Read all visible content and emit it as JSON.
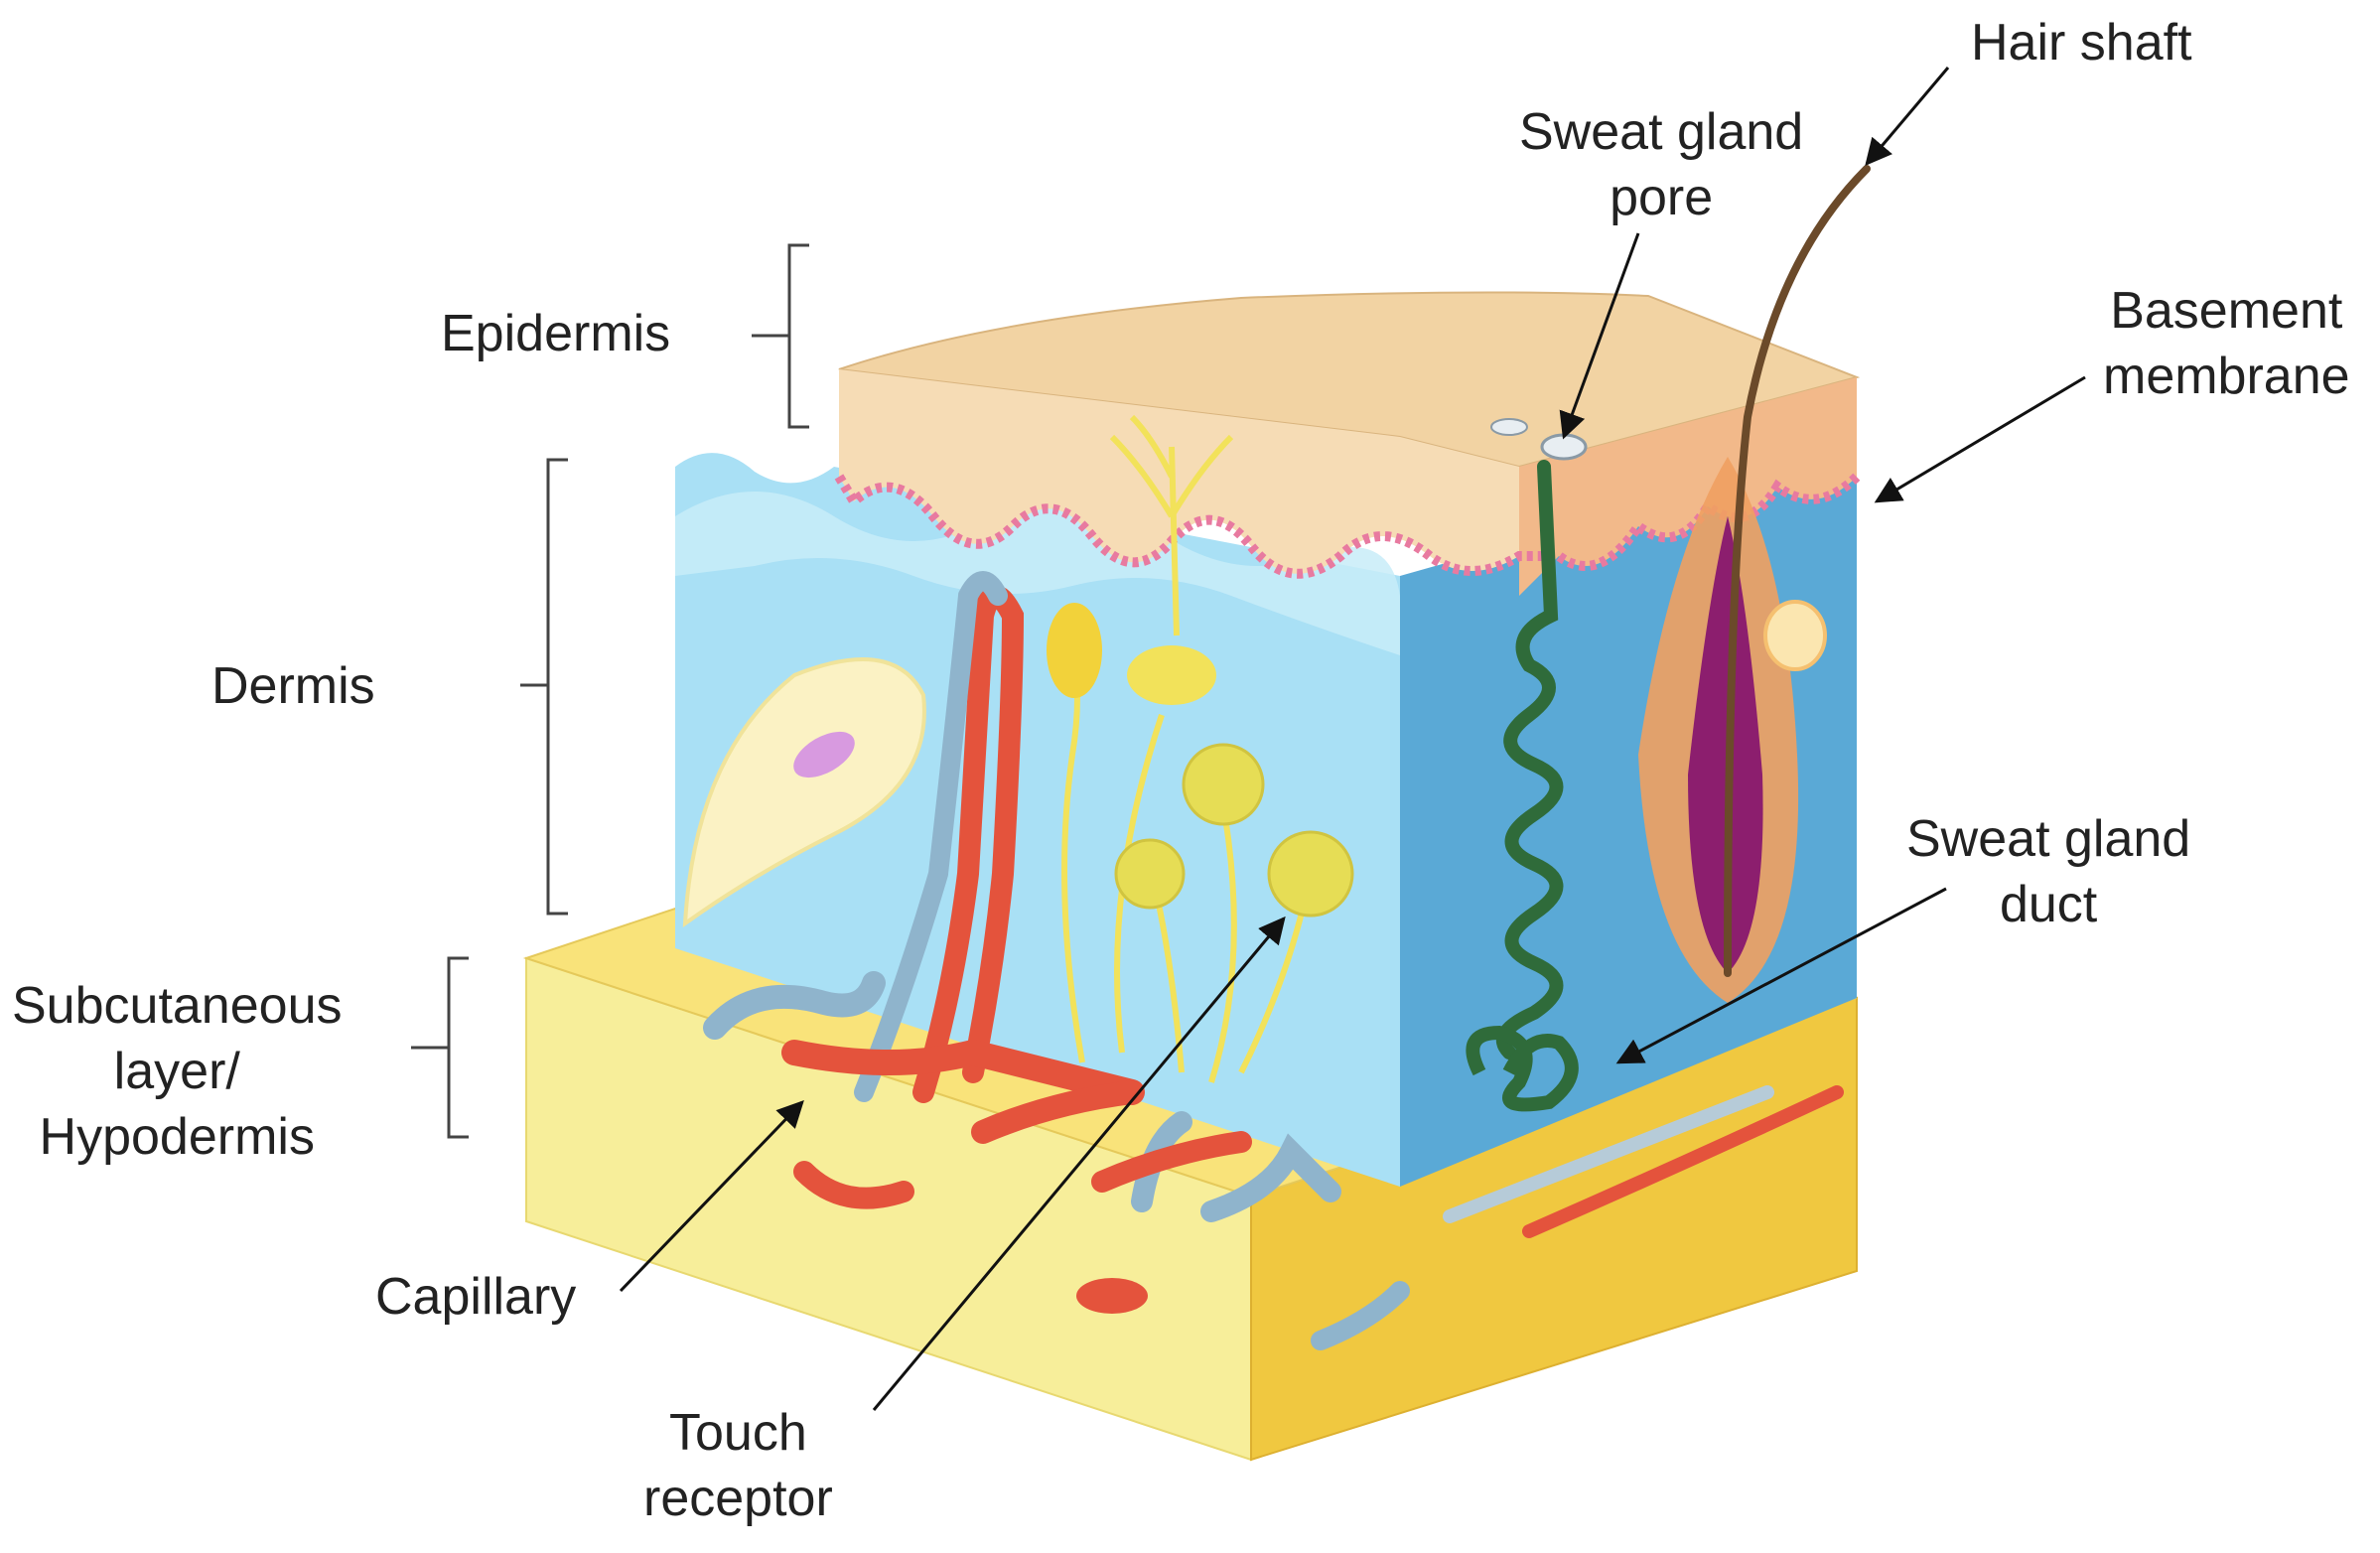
{
  "labels": {
    "epidermis": "Epidermis",
    "dermis": "Dermis",
    "subcutaneous": [
      "Subcutaneous",
      "layer/",
      "Hypodermis"
    ],
    "capillary": "Capillary",
    "touch_receptor": [
      "Touch",
      "receptor"
    ],
    "sweat_gland_pore": [
      "Sweat gland",
      "pore"
    ],
    "hair_shaft": "Hair shaft",
    "basement_membrane": [
      "Basement",
      "membrane"
    ],
    "sweat_gland_duct": [
      "Sweat gland",
      "duct"
    ]
  },
  "colors": {
    "epidermis": "#f2d3a3",
    "basement_membrane": "#e87aa0",
    "dermis_front": "#a9e0f5",
    "dermis_side": "#5aa9d6",
    "hypodermis_front": "#f7ee9a",
    "hypodermis_side": "#f0c840",
    "artery": "#e4533c",
    "vein": "#8fb4cc",
    "nerve": "#f2e25a",
    "sweat_gland": "#2f6b3a",
    "hair_follicle": "#f0a060",
    "hair_bulb": "#8c1e6e",
    "hair_shaft": "#6b4a2a"
  }
}
